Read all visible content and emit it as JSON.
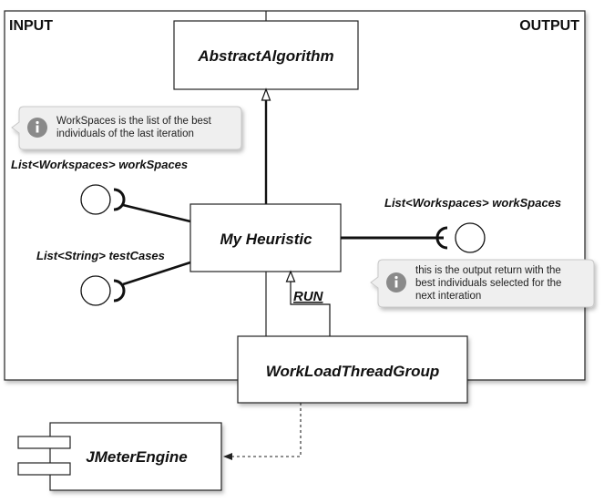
{
  "frame": {
    "input_label": "INPUT",
    "output_label": "OUTPUT"
  },
  "boxes": {
    "abstract_algorithm": "AbstractAlgorithm",
    "my_heuristic": "My Heuristic",
    "workload_thread_group": "WorkLoadThreadGroup",
    "jmeter_engine": "JMeterEngine"
  },
  "ports": {
    "input_workspaces": "List<Workspaces> workSpaces",
    "input_testcases": "List<String> testCases",
    "output_workspaces": "List<Workspaces> workSpaces"
  },
  "connectors": {
    "run_label": "RUN"
  },
  "notes": {
    "workspaces_note": {
      "icon": "info-icon",
      "line1": "WorkSpaces is the list of the best",
      "line2": "individuals of the last iteration"
    },
    "output_note": {
      "icon": "info-icon",
      "line1": "this is the output return with the",
      "line2": "best individuals selected for the",
      "line3": "next interation"
    }
  }
}
